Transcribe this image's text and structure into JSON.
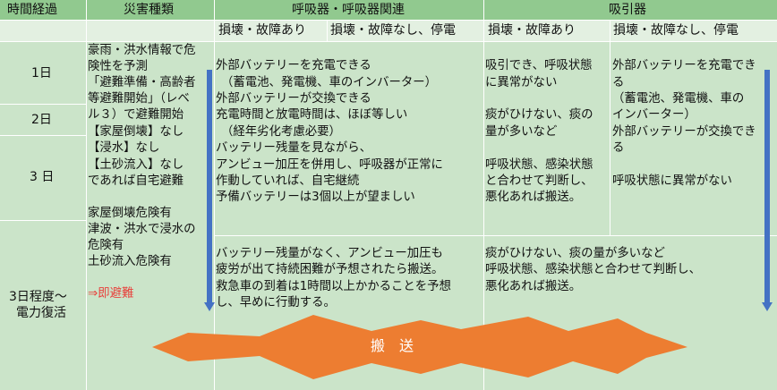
{
  "colors": {
    "header_dark": "#91c98f",
    "header_light": "#e3f0e1",
    "body": "#cbe4c9",
    "arrow_blue": "#4472c4",
    "burst_orange": "#ed7d31",
    "accent_red": "#e8413c"
  },
  "header": {
    "time": "時間経過",
    "disaster": "災害種類",
    "respirator": "呼吸器・呼吸器関連",
    "suction": "吸引器"
  },
  "subheader": {
    "resp_damaged": "損壊・故障あり",
    "resp_ok": "損壊・故障なし、停電",
    "suction_damaged": "損壊・故障あり",
    "suction_ok": "損壊・故障なし、停電"
  },
  "time_labels": {
    "day1": "1日",
    "day2": "2日",
    "day3": "3 日",
    "late_line1": "3日程度～",
    "late_line2": "電力復活"
  },
  "disaster_lines": [
    "豪雨・洪水情報で危",
    "険性を予測",
    "「避難準備・高齢者",
    "等避難開始」（レベ",
    "ル３）で避難開始",
    "【家屋倒壊】なし",
    "【浸水】なし",
    "【土砂流入】なし",
    "であれば自宅避難",
    "",
    "家屋倒壊危険有",
    "津波・洪水で浸水の",
    "危険有",
    "土砂流入危険有",
    "",
    "⇒即避難"
  ],
  "respirator_top_lines": [
    "外部バッテリーを充電できる",
    "（蓄電池、発電機、車のインバーター）",
    "外部バッテリーが交換できる",
    "充電時間と放電時間は、ほぼ等しい",
    "（経年劣化考慮必要）",
    "バッテリー残量を見ながら、",
    "アンビュー加圧を併用し、呼吸器が正常に",
    "作動していれば、自宅継続",
    "予備バッテリーは3個以上が望ましい"
  ],
  "respirator_bottom_lines": [
    "バッテリー残量がなく、アンビュー加圧も",
    "疲労が出て持続困難が予想されたら搬送。",
    "救急車の到着は1時間以上かかることを予想",
    "し、早めに行動する。"
  ],
  "suction_damaged_lines": [
    "吸引でき、呼吸状態",
    "に異常がない",
    "",
    "痰がひけない、痰の",
    "量が多いなど",
    "",
    "呼吸状態、感染状態",
    "と合わせて判断し、",
    "悪化あれば搬送。"
  ],
  "suction_ok_lines": [
    "外部バッテリーを充電でき",
    "る",
    "（蓄電池、発電機、車の",
    "インバーター）",
    "外部バッテリーが交換でき",
    "る",
    "",
    "呼吸状態に異常がない"
  ],
  "suction_bottom_lines": [
    "痰がひけない、痰の量が多いなど",
    "呼吸状態、感染状態と合わせて判断し、",
    "悪化あれば搬送。"
  ],
  "transport_label": "搬　送"
}
